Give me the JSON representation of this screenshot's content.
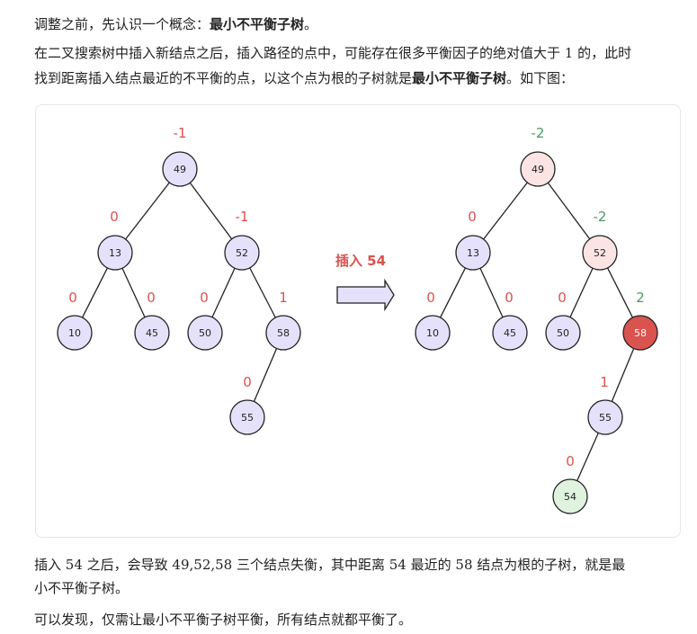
{
  "para1": {
    "text": "调整之前，先认识一个概念：",
    "bold": "最小不平衡子树",
    "end": "。"
  },
  "para2": {
    "line1": "在二叉搜索树中插入新结点之后，插入路径的点中，可能存在很多平衡因子的绝对值大于 ",
    "num": "1",
    "line1_end": " 的，此时",
    "line2": "找到距离插入结点最近的不平衡的点，以这个点为根的子树就是",
    "bold": "最小不平衡子树",
    "line2_end": "。如下图："
  },
  "para3": {
    "a": "插入 ",
    "n1": "54",
    "b": " 之后，会导致 ",
    "n2": "49,52,58",
    "c": " 三个结点失衡，其中距离 ",
    "n3": "54",
    "d": " 最近的 ",
    "n4": "58",
    "e": " 结点为根的子树，就是最",
    "line2": "小不平衡子树。"
  },
  "para4": "可以发现，仅需让最小不平衡子树平衡，所有结点就都平衡了。",
  "figure": {
    "arrow_label": "插入 54",
    "colors": {
      "node_fill": "#e6e1fb",
      "node_stroke": "#222222",
      "unbalanced_fill": "#fce4e4",
      "critical_fill": "#d9534f",
      "new_fill": "#dff3df",
      "bf_red": "#d9534f",
      "bf_green": "#4a9a63",
      "arrow_fill": "#e6e1fb",
      "arrow_label": "#d9534f"
    },
    "left_tree": {
      "nodes": [
        {
          "id": "49",
          "label": "49",
          "bf": "-1",
          "state": "normal"
        },
        {
          "id": "13",
          "label": "13",
          "bf": "0",
          "state": "normal"
        },
        {
          "id": "52",
          "label": "52",
          "bf": "-1",
          "state": "normal"
        },
        {
          "id": "10",
          "label": "10",
          "bf": "0",
          "state": "normal"
        },
        {
          "id": "45",
          "label": "45",
          "bf": "0",
          "state": "normal"
        },
        {
          "id": "50",
          "label": "50",
          "bf": "0",
          "state": "normal"
        },
        {
          "id": "58",
          "label": "58",
          "bf": "1",
          "state": "normal"
        },
        {
          "id": "55",
          "label": "55",
          "bf": "0",
          "state": "normal"
        }
      ],
      "edges": [
        [
          "49",
          "13"
        ],
        [
          "49",
          "52"
        ],
        [
          "13",
          "10"
        ],
        [
          "13",
          "45"
        ],
        [
          "52",
          "50"
        ],
        [
          "52",
          "58"
        ],
        [
          "58",
          "55"
        ]
      ]
    },
    "right_tree": {
      "nodes": [
        {
          "id": "49",
          "label": "49",
          "bf": "-2",
          "state": "unbalanced"
        },
        {
          "id": "13",
          "label": "13",
          "bf": "0",
          "state": "normal"
        },
        {
          "id": "52",
          "label": "52",
          "bf": "-2",
          "state": "unbalanced"
        },
        {
          "id": "10",
          "label": "10",
          "bf": "0",
          "state": "normal"
        },
        {
          "id": "45",
          "label": "45",
          "bf": "0",
          "state": "normal"
        },
        {
          "id": "50",
          "label": "50",
          "bf": "0",
          "state": "normal"
        },
        {
          "id": "58",
          "label": "58",
          "bf": "2",
          "state": "critical"
        },
        {
          "id": "55",
          "label": "55",
          "bf": "1",
          "state": "normal"
        },
        {
          "id": "54",
          "label": "54",
          "bf": "0",
          "state": "new"
        }
      ],
      "edges": [
        [
          "49",
          "13"
        ],
        [
          "49",
          "52"
        ],
        [
          "13",
          "10"
        ],
        [
          "13",
          "45"
        ],
        [
          "52",
          "50"
        ],
        [
          "52",
          "58"
        ],
        [
          "58",
          "55"
        ],
        [
          "55",
          "54"
        ]
      ]
    }
  }
}
